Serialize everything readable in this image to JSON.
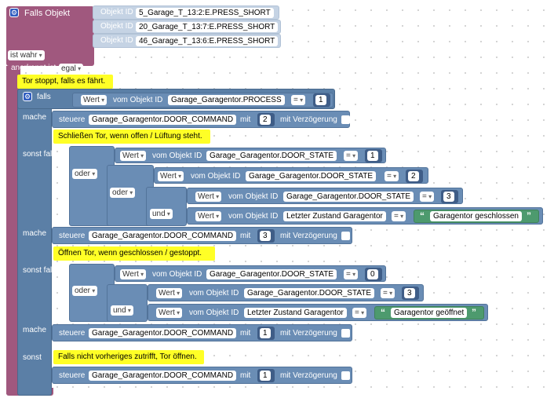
{
  "trigger": {
    "title": "Falls Objekt",
    "objects": [
      {
        "label": "Objekt ID",
        "value": "5_Garage_T_13:2:E.PRESS_SHORT"
      },
      {
        "label": "Objekt ID",
        "value": "20_Garage_T_13:7:E.PRESS_SHORT"
      },
      {
        "label": "Objekt ID",
        "value": "46_Garage_T_13:6:E.PRESS_SHORT"
      }
    ],
    "condition_label": "ist wahr",
    "ack_label": "anerkannt ist",
    "ack_value": "egal"
  },
  "comments": {
    "c1": "Tor stoppt, falls es fährt.",
    "c2": "Schließen Tor, wenn offen / Lüftung steht.",
    "c3": "Öffnen Tor, wenn geschlossen / gestoppt.",
    "c4": "Falls nicht vorheriges zutrifft, Tor öffnen."
  },
  "labels": {
    "falls": "falls",
    "mache": "mache",
    "sonst_falls": "sonst falls",
    "sonst": "sonst",
    "oder": "oder",
    "und": "und",
    "wert": "Wert",
    "vom_objekt_id": "vom Objekt ID",
    "steuere": "steuere",
    "mit": "mit",
    "mit_verzoegerung": "mit Verzögerung",
    "eq": "="
  },
  "objects": {
    "process": "Garage_Garagentor.PROCESS",
    "door_command": "Garage_Garagentor.DOOR_COMMAND",
    "door_state": "Garage_Garagentor.DOOR_STATE",
    "letzter_zustand": "Letzter Zustand Garagentor"
  },
  "values": {
    "if_process": "1",
    "cmd_stop": "2",
    "state_a": "1",
    "state_b": "2",
    "state_c": "3",
    "string_closed": "Garagentor geschlossen",
    "cmd_close": "3",
    "state_d": "0",
    "state_e": "3",
    "string_open": "Garagentor geöffnet",
    "cmd_open1": "1",
    "cmd_open2": "1"
  },
  "colors": {
    "event_block": "#a0587e",
    "logic_block": "#5b7fa6",
    "comment": "#ffff26",
    "string_block": "#4d9a6e"
  }
}
